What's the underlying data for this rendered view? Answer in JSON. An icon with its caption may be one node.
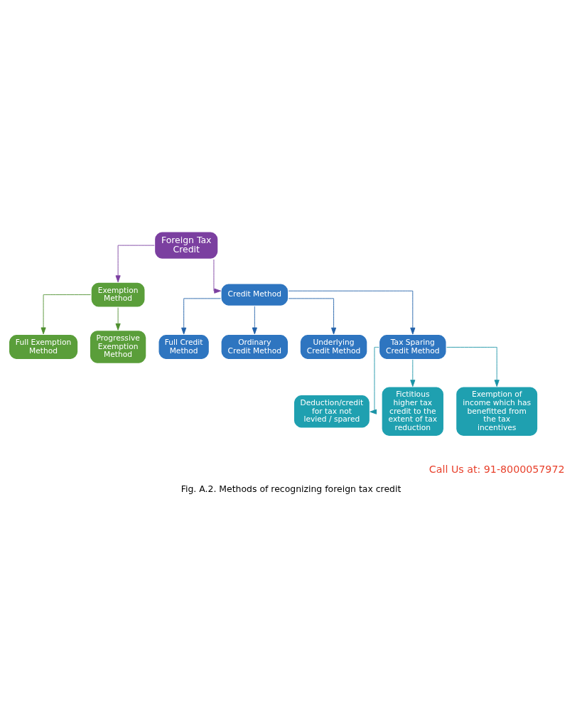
{
  "diagram": {
    "caption": "Fig. A.2. Methods of recognizing foreign tax credit",
    "nodes": [
      {
        "text": [
          "Foreign Tax Credit"
        ]
      },
      {
        "text": [
          "Exemption Method"
        ]
      },
      {
        "text": [
          "Credit Method"
        ]
      },
      {
        "text": [
          "Full Exemption Method"
        ]
      },
      {
        "text": [
          "Progressive Exemption Method"
        ]
      },
      {
        "text": [
          "Full Credit Method"
        ]
      },
      {
        "text": [
          "Ordinary Credit Method"
        ]
      },
      {
        "text": [
          "Underlying Credit Method"
        ]
      },
      {
        "text": [
          "Tax Sparing Credit Method"
        ]
      },
      {
        "text": [
          "Deduction/credit for tax not levied / spared"
        ]
      },
      {
        "text": [
          "Fictitious higher tax credit to the extent of tax reduction"
        ]
      },
      {
        "text": [
          "Exemption of income which has benefitted from the tax incentives"
        ]
      }
    ],
    "edges": [
      {
        "from": 0,
        "to": 1,
        "arrow": "to",
        "color": "#7b3fa0"
      },
      {
        "from": 0,
        "to": 2,
        "arrow": "to",
        "color": "#7b3fa0"
      },
      {
        "from": 1,
        "to": 3,
        "arrow": "to",
        "color": "#4e8f2e"
      },
      {
        "from": 1,
        "to": 4,
        "arrow": "to",
        "color": "#4e8f2e"
      },
      {
        "from": 2,
        "to": 5,
        "arrow": "to"
      },
      {
        "from": 2,
        "to": 6,
        "arrow": "to"
      },
      {
        "from": 2,
        "to": 7,
        "arrow": "to"
      },
      {
        "from": 2,
        "to": 8,
        "arrow": "to"
      },
      {
        "from": 8,
        "to": 9,
        "arrow": "to",
        "color": "#1a93a6"
      },
      {
        "from": 8,
        "to": 10,
        "arrow": "to",
        "color": "#1a93a6"
      },
      {
        "from": 8,
        "to": 11,
        "arrow": "to",
        "color": "#1a93a6"
      }
    ],
    "labels": [
      "Call Us at: 91-8000057972"
    ]
  }
}
